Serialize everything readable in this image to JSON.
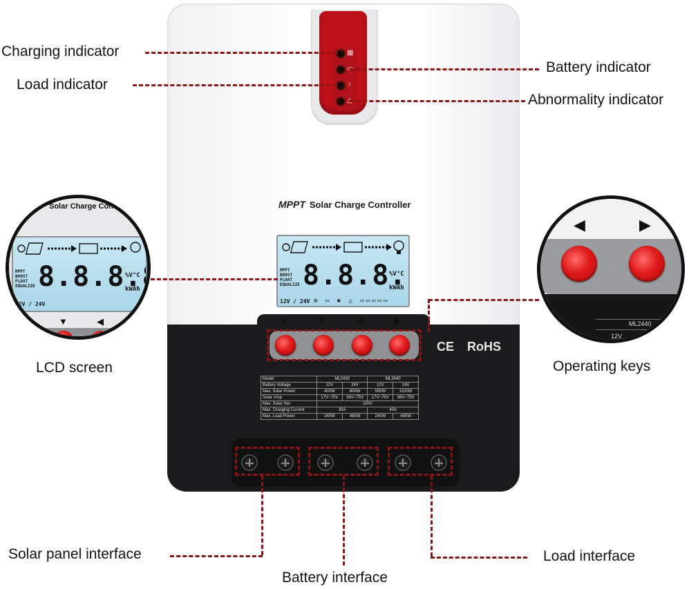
{
  "callouts": {
    "charging": "Charging indicator",
    "load_ind": "Load indicator",
    "battery_ind": "Battery indicator",
    "abnormal": "Abnormality indicator",
    "lcd": "LCD screen",
    "keys": "Operating keys",
    "solar": "Solar panel interface",
    "battery_if": "Battery interface",
    "load_if": "Load interface"
  },
  "device": {
    "brand": "MPPT",
    "title": "Solar Charge Controller",
    "ce": "CE",
    "rohs": "RoHS"
  },
  "lcd": {
    "digits": "8.8.8.8.",
    "modes": [
      "MPPT",
      "BOOST",
      "FLOAT",
      "EQUALIZE"
    ],
    "unit_top": "%V°C",
    "unit_bottom": "kWAh",
    "voltage": "12V / 24V"
  },
  "zoom_left": {
    "title": "Solar Charge Contr"
  },
  "zoom_right": {
    "model": "ML2440",
    "volt": "12V"
  },
  "keys": {
    "arrows": [
      "▲",
      "▼",
      "◀",
      "▶"
    ]
  },
  "spec_table": {
    "columns": [
      "Model",
      "ML2430",
      "ML2440"
    ],
    "rows": [
      {
        "label": "Battery Voltage",
        "cells": [
          "12V",
          "24V",
          "12V",
          "24V"
        ]
      },
      {
        "label": "Max. Solar Power",
        "cells": [
          "400W",
          "800W",
          "550W",
          "1100W"
        ]
      },
      {
        "label": "Solar Vmp",
        "cells": [
          "17V~75V",
          "36V~75V",
          "17V~75V",
          "36V~75V"
        ]
      },
      {
        "label": "Max. Solar Voc",
        "span": "100V"
      },
      {
        "label": "Max. Charging Current",
        "pair": [
          "30A",
          "40A"
        ]
      },
      {
        "label": "Max. Load Power",
        "cells": [
          "240W",
          "480W",
          "240W",
          "480W"
        ]
      }
    ]
  },
  "colors": {
    "accent_red": "#c0101a",
    "dash": "#8b1414",
    "lcd_blue": "#b9dff0",
    "base_black": "#1b1b1d"
  }
}
